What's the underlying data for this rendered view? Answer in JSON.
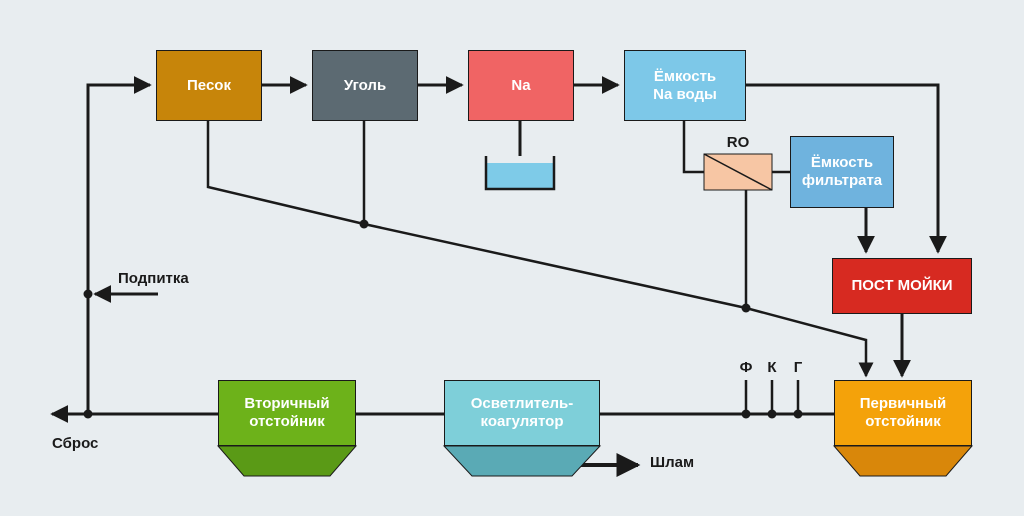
{
  "colors": {
    "background": "#e8edf0",
    "line": "#1a1a1a",
    "sand": "#c7850a",
    "coal": "#5c6a72",
    "na": "#f06464",
    "capacity": "#7dc8e8",
    "ro": "#f7c6a4",
    "filtrate": "#6fb3de",
    "wash": "#d72a21",
    "secondary": "#6db21a",
    "secondary_base": "#5a9a16",
    "clarifier": "#7ecfd9",
    "clarifier_base": "#5aaab5",
    "primary": "#f4a20a",
    "primary_base": "#d9870a",
    "tank_water": "#7ecbe8"
  },
  "nodes": {
    "sand": "Песок",
    "coal": "Уголь",
    "na": "Na",
    "capacity_line1": "Ёмкость",
    "capacity_line2": "Na воды",
    "ro": "RO",
    "filtrate_line1": "Ёмкость",
    "filtrate_line2": "фильтрата",
    "wash": "ПОСТ МОЙКИ",
    "secondary_line1": "Вторичный",
    "secondary_line2": "отстойник",
    "clarifier_line1": "Осветлитель-",
    "clarifier_line2": "коагулятор",
    "primary_line1": "Первичный",
    "primary_line2": "отстойник"
  },
  "labels": {
    "makeup": "Подпитка",
    "discharge": "Сброс",
    "sludge": "Шлам",
    "dose_f": "Ф",
    "dose_k": "К",
    "dose_g": "Г"
  }
}
